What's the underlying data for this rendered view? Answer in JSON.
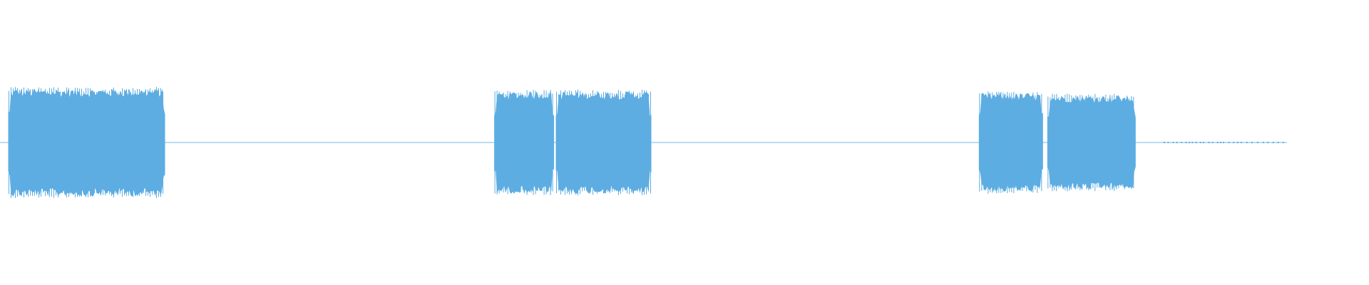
{
  "waveform": {
    "color": "#5dade2",
    "background": "#ffffff",
    "segments": [
      {
        "kind": "burst",
        "start": 0.006,
        "end": 0.121,
        "level": 1.0
      },
      {
        "kind": "burst",
        "start": 0.361,
        "end": 0.405,
        "level": 0.95
      },
      {
        "kind": "burst",
        "start": 0.406,
        "end": 0.476,
        "level": 0.95
      },
      {
        "kind": "burst",
        "start": 0.715,
        "end": 0.762,
        "level": 0.92
      },
      {
        "kind": "burst",
        "start": 0.765,
        "end": 0.83,
        "level": 0.88
      },
      {
        "kind": "dots",
        "start": 0.85,
        "end": 0.94
      }
    ]
  }
}
